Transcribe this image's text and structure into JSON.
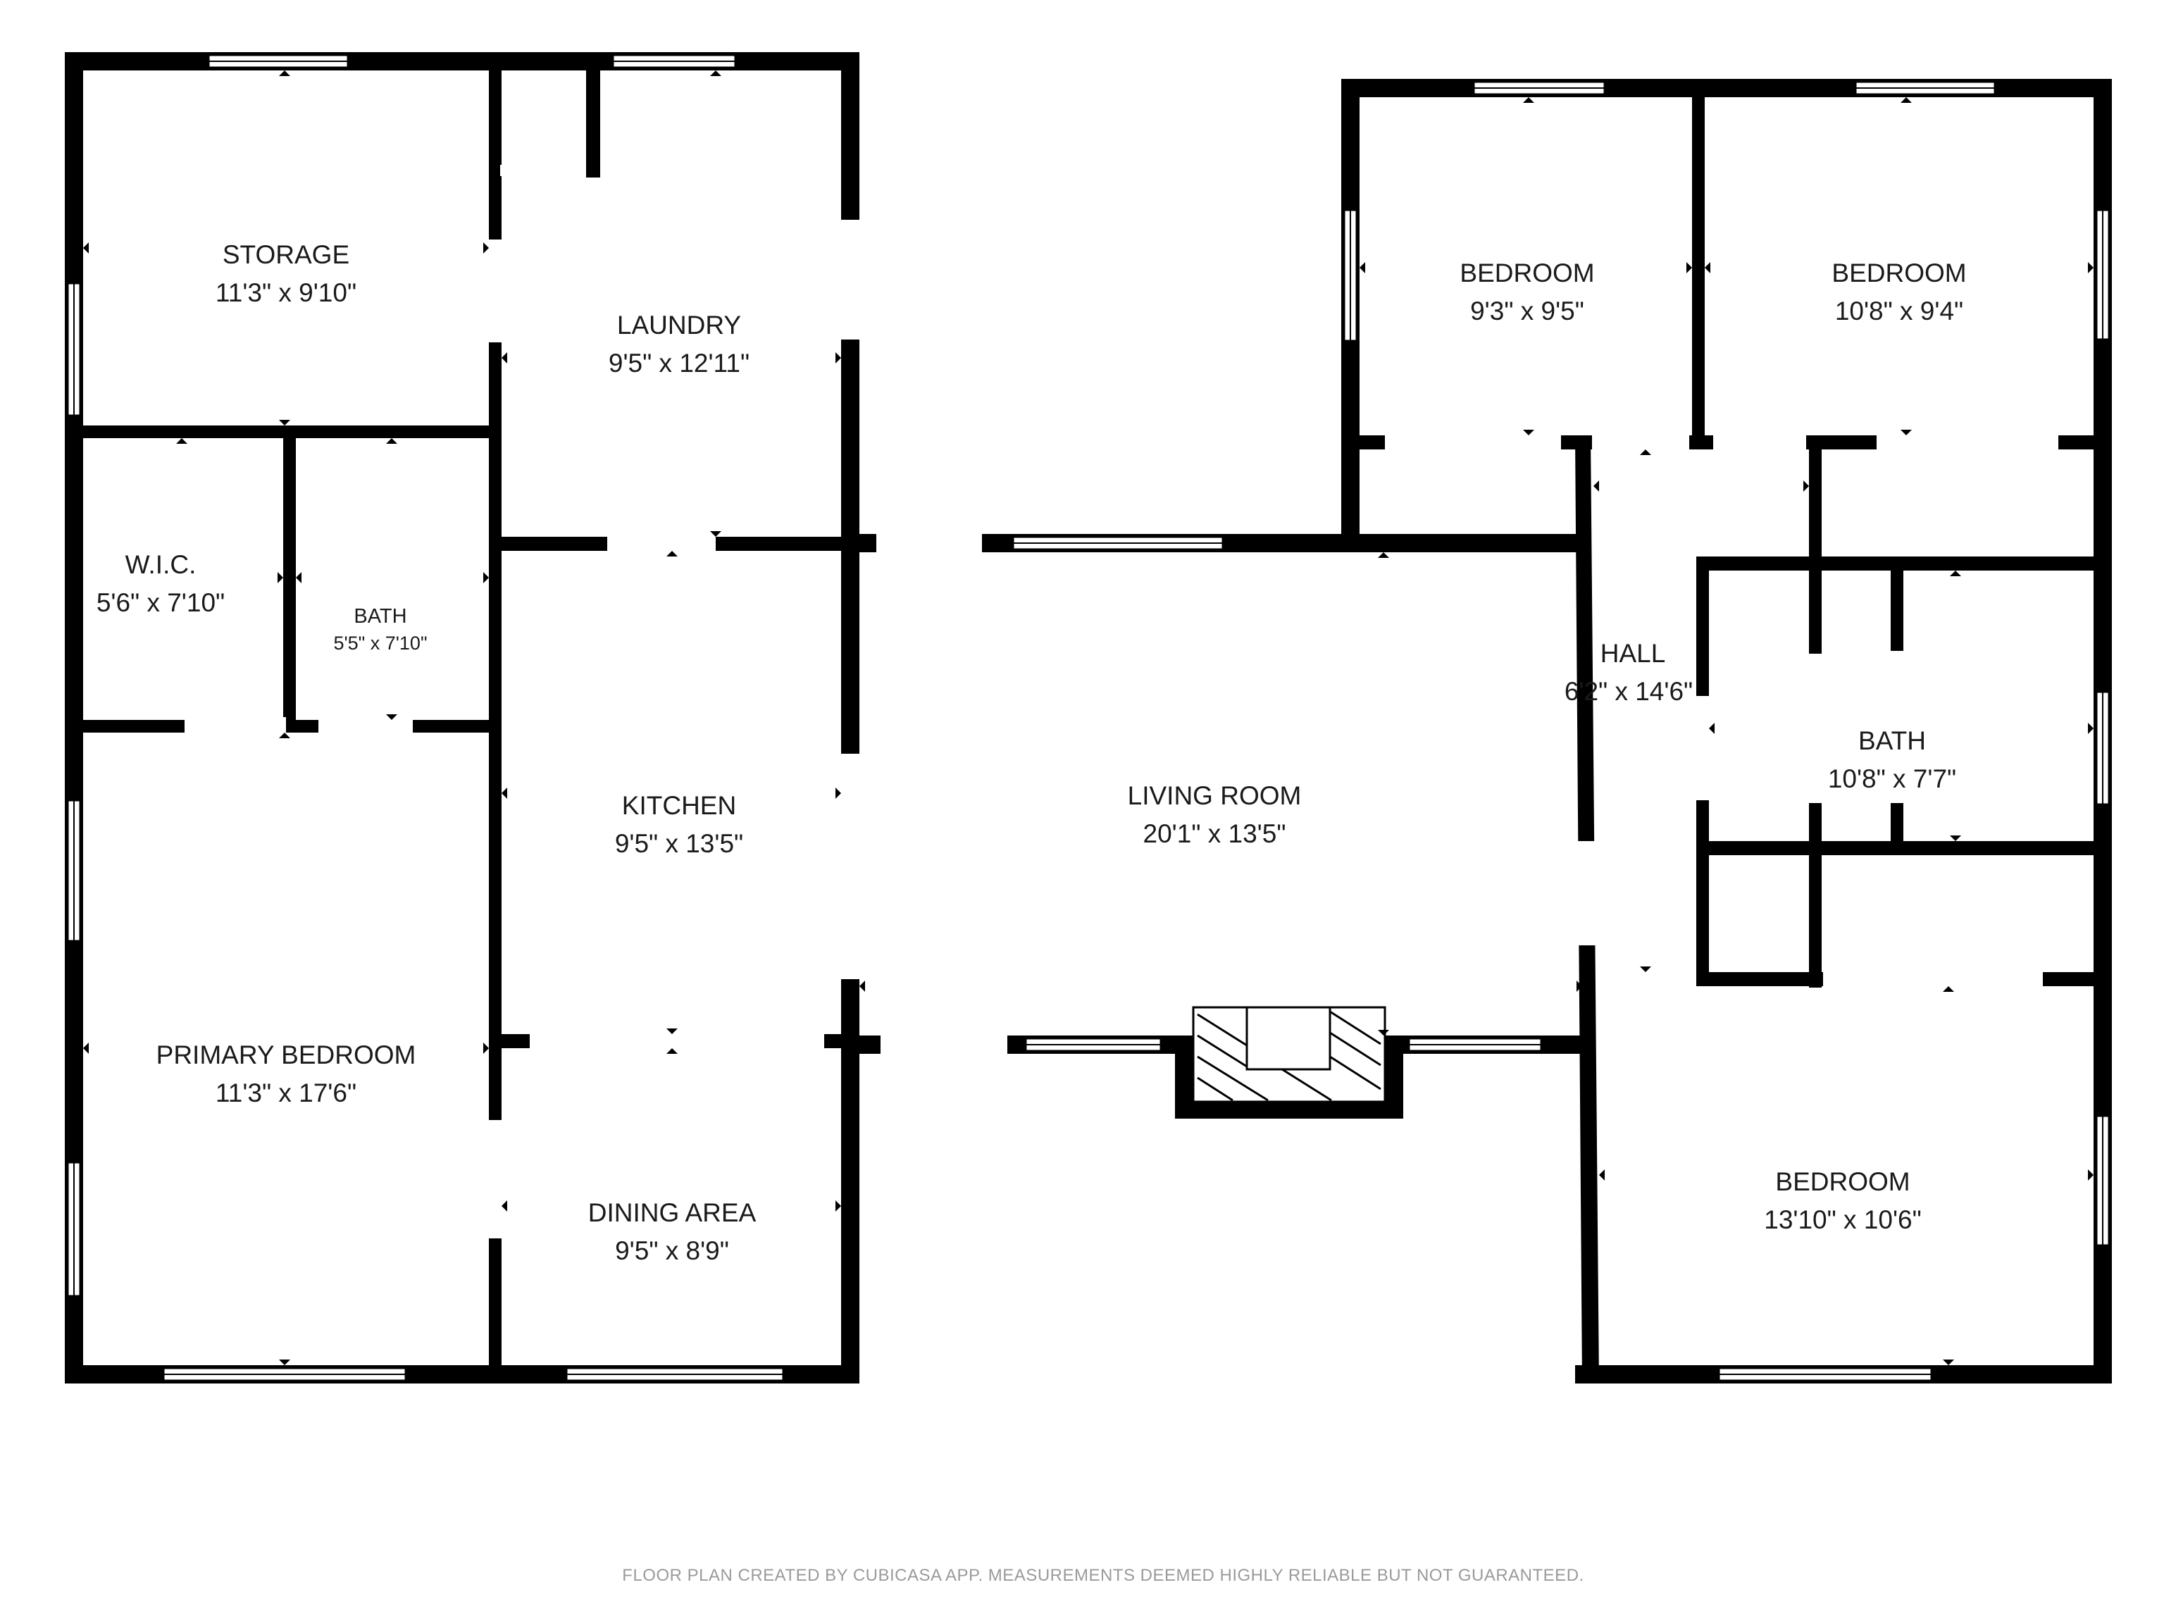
{
  "rooms": {
    "storage": {
      "name": "STORAGE",
      "dims": "11'3\" x 9'10\""
    },
    "laundry": {
      "name": "LAUNDRY",
      "dims": "9'5\" x 12'11\""
    },
    "wic": {
      "name": "W.I.C.",
      "dims": "5'6\" x 7'10\""
    },
    "bath_small": {
      "name": "BATH",
      "dims": "5'5\" x 7'10\""
    },
    "kitchen": {
      "name": "KITCHEN",
      "dims": "9'5\" x 13'5\""
    },
    "primary_bedroom": {
      "name": "PRIMARY BEDROOM",
      "dims": "11'3\" x 17'6\""
    },
    "dining_area": {
      "name": "DINING AREA",
      "dims": "9'5\" x 8'9\""
    },
    "living_room": {
      "name": "LIVING ROOM",
      "dims": "20'1\" x 13'5\""
    },
    "bedroom_1": {
      "name": "BEDROOM",
      "dims": "9'3\" x 9'5\""
    },
    "bedroom_2": {
      "name": "BEDROOM",
      "dims": "10'8\" x 9'4\""
    },
    "hall": {
      "name": "HALL",
      "dims": "6'2\" x 14'6\""
    },
    "bath_large": {
      "name": "BATH",
      "dims": "10'8\" x 7'7\""
    },
    "bedroom_3": {
      "name": "BEDROOM",
      "dims": "13'10\" x 10'6\""
    }
  },
  "footer": {
    "disclaimer": "FLOOR PLAN CREATED BY CUBICASA APP. MEASUREMENTS DEEMED HIGHLY RELIABLE BUT NOT GUARANTEED."
  }
}
